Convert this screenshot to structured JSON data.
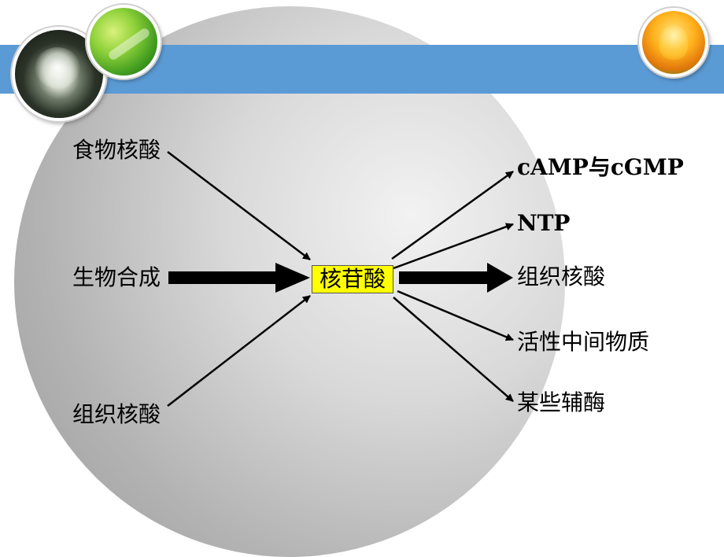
{
  "center": "核苷酸",
  "sources": [
    "食物核酸",
    "生物合成",
    "组织核酸"
  ],
  "targets": [
    "cAMP与cGMP",
    "NTP",
    "组织核酸",
    "活性中间物质",
    "某些辅酶"
  ],
  "decorations": [
    "dandelion-photo",
    "leaf-photo",
    "tulip-photo"
  ],
  "colors": {
    "bar": "#5b9bd5",
    "center_box": "#ffff00"
  }
}
